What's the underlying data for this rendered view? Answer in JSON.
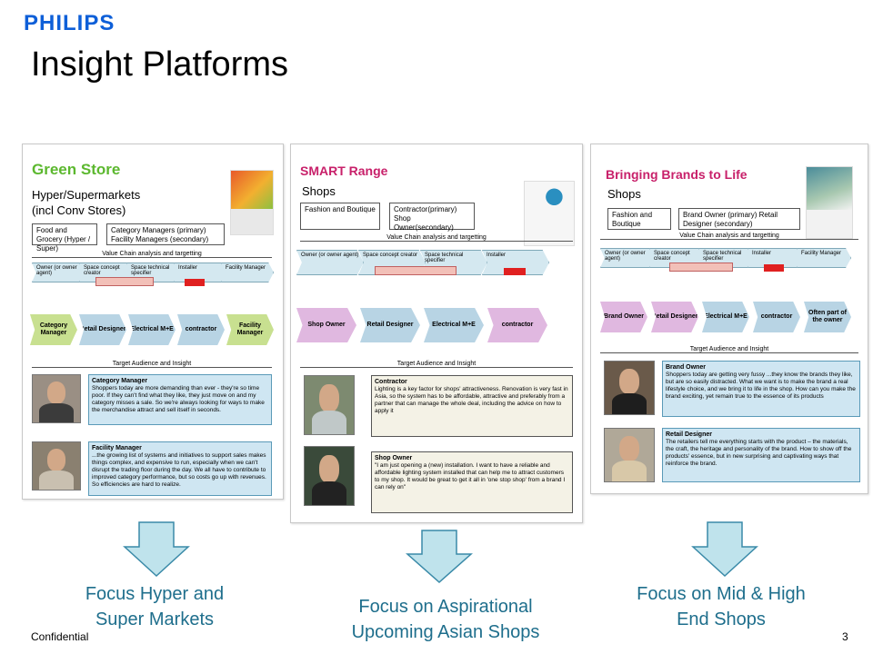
{
  "header": {
    "logo": "PHILIPS",
    "title": "Insight Platforms"
  },
  "panels": [
    {
      "title": "Green Store",
      "subtitle_1": "Hyper/Supermarkets",
      "subtitle_2": "(incl Conv Stores)",
      "boxes": [
        "Food and Grocery (Hyper / Super)",
        "Category Managers (primary) Facility Managers (secondary)"
      ],
      "value_chain": "Value Chain analysis and targetting",
      "chain_labels": [
        "Owner (or owner agent)",
        "Space concept creator",
        "Space technical specifier",
        "Installer",
        "Facility Manager"
      ],
      "targets": [
        "Category Manager",
        "Retail Designer",
        "Electrical M+E",
        "contractor",
        "Facility Manager"
      ],
      "target_audience": "Target Audience and Insight",
      "quotes": [
        {
          "title": "Category Manager",
          "text": "Shoppers today are more demanding than ever - they're so time poor. If they can't find what they like, they just move on and my category misses a sale. So we're always looking for ways to make the merchandise attract and sell itself in seconds."
        },
        {
          "title": "Facility Manager",
          "text": "...the growing list of systems and initiatives to support sales makes things complex, and expensive to run, especially when we can't disrupt the trading floor during the day. We all have to contribute to improved category performance, but so costs go up with revenues. So efficiencies are hard to realize."
        }
      ]
    },
    {
      "title": "SMART Range",
      "subtitle_1": "Shops",
      "boxes": [
        "Fashion and Boutique",
        "Contractor(primary) Shop Owner(secondary)"
      ],
      "value_chain": "Value Chain analysis and targetting",
      "chain_labels": [
        "Owner (or owner agent)",
        "Space concept creator",
        "Space technical specifier",
        "Installer"
      ],
      "targets": [
        "Shop Owner",
        "Retail Designer",
        "Electrical M+E",
        "contractor"
      ],
      "target_audience": "Target Audience and Insight",
      "quotes": [
        {
          "title": "Contractor",
          "text": "Lighting is a key factor for shops' attractiveness. Renovation is very fast in Asia, so the system has to be affordable, attractive and preferably from a partner that can manage the whole deal, including the advice on how to apply it"
        },
        {
          "title": "Shop Owner",
          "text": "\"I am just opening a (new) installation. I want to have a reliable and affordable lighting system installed that can help me to attract customers to my shop. It would be great to get it all in 'one stop shop' from a brand I can rely on\""
        }
      ]
    },
    {
      "title": "Bringing Brands to Life",
      "subtitle_1": "Shops",
      "boxes": [
        "Fashion and Boutique",
        "Brand Owner (primary) Retail Designer (secondary)"
      ],
      "value_chain": "Value Chain analysis and targetting",
      "chain_labels": [
        "Owner (or owner agent)",
        "Space concept creator",
        "Space technical specifier",
        "Installer",
        "Facility Manager"
      ],
      "targets": [
        "Brand Owner",
        "Retail Designer",
        "Electrical M+E",
        "contractor",
        "Often part of the owner"
      ],
      "target_audience": "Target Audience and Insight",
      "quotes": [
        {
          "title": "Brand Owner",
          "text": "Shoppers today are getting very fussy ...they know the brands they like, but are so easily distracted. What we want is to make the brand a real lifestyle choice, and we bring it to life in the shop. How can you make the brand exciting, yet remain true to the essence of its products"
        },
        {
          "title": "Retail Designer",
          "text": "The retailers tell me everything starts with the product – the materials, the craft, the heritage and personality of the brand. How to show off the products' essence, but in new surprising and captivating ways that reinforce the brand."
        }
      ]
    }
  ],
  "focus": [
    {
      "line1": "Focus Hyper and",
      "line2": "Super Markets"
    },
    {
      "line1": "Focus on Aspirational",
      "line2": "Upcoming  Asian Shops"
    },
    {
      "line1": "Focus  on Mid & High",
      "line2": "End Shops"
    }
  ],
  "footer": {
    "left": "Confidential",
    "page": "3"
  },
  "colors": {
    "brand": "#0e5fd8",
    "green_title": "#5cb82f",
    "pink_title": "#c8206a",
    "focus_text": "#1e6e8c",
    "arrow_fill": "#bfe3ec"
  }
}
